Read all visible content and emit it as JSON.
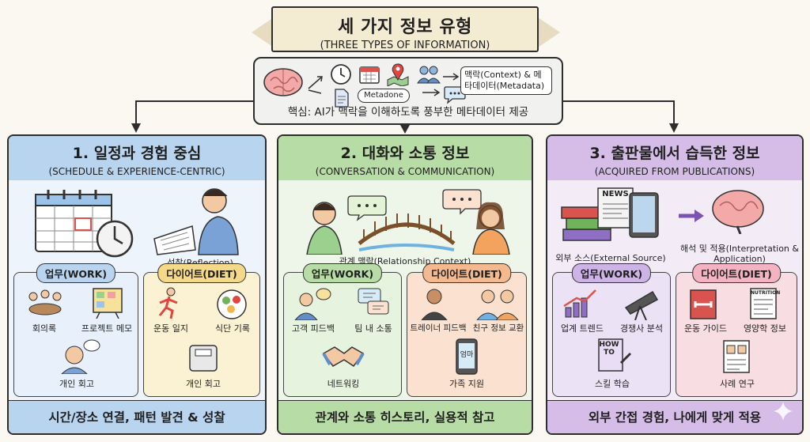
{
  "banner": {
    "title": "세 가지 정보 유형",
    "subtitle": "(THREE TYPES OF INFORMATION)"
  },
  "core": {
    "metadone_label": "Metadone",
    "meta_label": "맥락(Context) & 메타데이터(Metadata)",
    "summary": "핵심: AI가 맥락을 이해하도록 풍부한 메타데이터 제공",
    "icons": [
      "brain-icon",
      "clock-icon",
      "calendar-icon",
      "map-pin-icon",
      "people-icon",
      "document-icon",
      "chat-icon"
    ]
  },
  "panels": [
    {
      "title": "1. 일정과 경험 중심",
      "subtitle": "(SCHEDULE & EXPERIENCE-CENTRIC)",
      "hero_caption": "성찰(Reflection)",
      "work": {
        "label": "업무(WORK)",
        "items": [
          "회의록",
          "프로젝트 메모",
          "개인 회고"
        ]
      },
      "diet": {
        "label": "다이어트(DIET)",
        "items": [
          "운동 일지",
          "식단 기록",
          "개인 회고"
        ]
      },
      "footer": "시간/장소 연결, 패턴 발견 & 성찰",
      "color": "#b9d4ef"
    },
    {
      "title": "2. 대화와 소통 정보",
      "subtitle": "(CONVERSATION & COMMUNICATION)",
      "hero_caption": "관계 맥락(Relationship Context)",
      "work": {
        "label": "업무(WORK)",
        "items": [
          "고객 피드백",
          "팀 내 소통",
          "네트워킹"
        ]
      },
      "diet": {
        "label": "다이어트(DIET)",
        "items": [
          "트레이너 피드백",
          "친구 정보 교환",
          "가족 지원"
        ],
        "phone_text": "엄마"
      },
      "footer": "관계와 소통 히스토리, 실용적 참고",
      "color": "#b7dca5"
    },
    {
      "title": "3. 출판물에서 습득한 정보",
      "subtitle": "(ACQUIRED FROM PUBLICATIONS)",
      "hero_caption_left": "외부 소스(External Source)",
      "hero_caption_right": "해석 및 적용(Interpretation & Application)",
      "news_label": "NEWS",
      "work": {
        "label": "업무(WORK)",
        "items": [
          "업계 트렌드",
          "경쟁사 분석",
          "스킬 학습"
        ],
        "book_text": "HOW TO"
      },
      "diet": {
        "label": "다이어트(DIET)",
        "items": [
          "운동 가이드",
          "영양학 정보",
          "사례 연구"
        ],
        "label_text": "NUTRITION"
      },
      "footer": "외부 간접 경험, 나에게 맞게 적용",
      "color": "#d6bde8"
    }
  ]
}
